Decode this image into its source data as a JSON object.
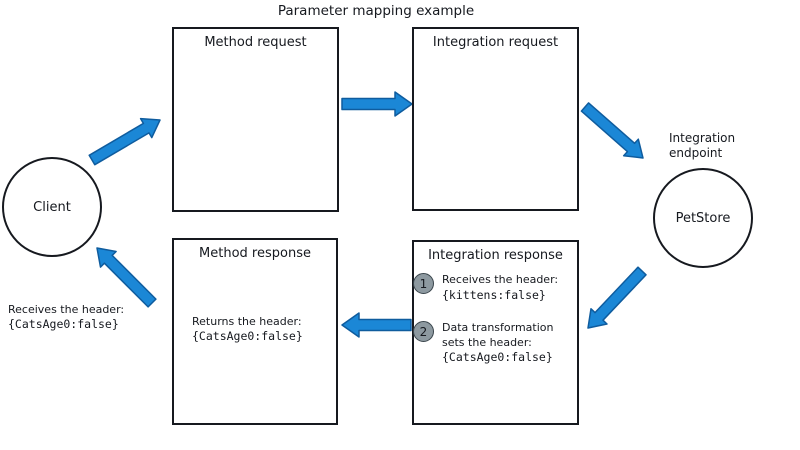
{
  "title": "Parameter mapping example",
  "client": {
    "label": "Client",
    "note_line1": "Receives the header:",
    "note_code": "{CatsAge0:false}"
  },
  "method_request": {
    "title": "Method request"
  },
  "integration_request": {
    "title": "Integration request"
  },
  "integration_endpoint": {
    "label_line1": "Integration",
    "label_line2": "endpoint",
    "name": "PetStore"
  },
  "integration_response": {
    "title": "Integration response",
    "steps": [
      {
        "number": "1",
        "line1": "Receives the header:",
        "code": "{kittens:false}"
      },
      {
        "number": "2",
        "line1": "Data transformation",
        "line2": "sets the header:",
        "code": "{CatsAge0:false}"
      }
    ]
  },
  "method_response": {
    "title": "Method response",
    "body_line1": "Returns the header:",
    "body_code": "{CatsAge0:false}"
  },
  "colors": {
    "arrow_fill": "#1b87d6",
    "arrow_stroke": "#0f5c9e",
    "step_circle_fill": "#8d99a0",
    "step_circle_stroke": "#39444b",
    "outline": "#16191f"
  }
}
